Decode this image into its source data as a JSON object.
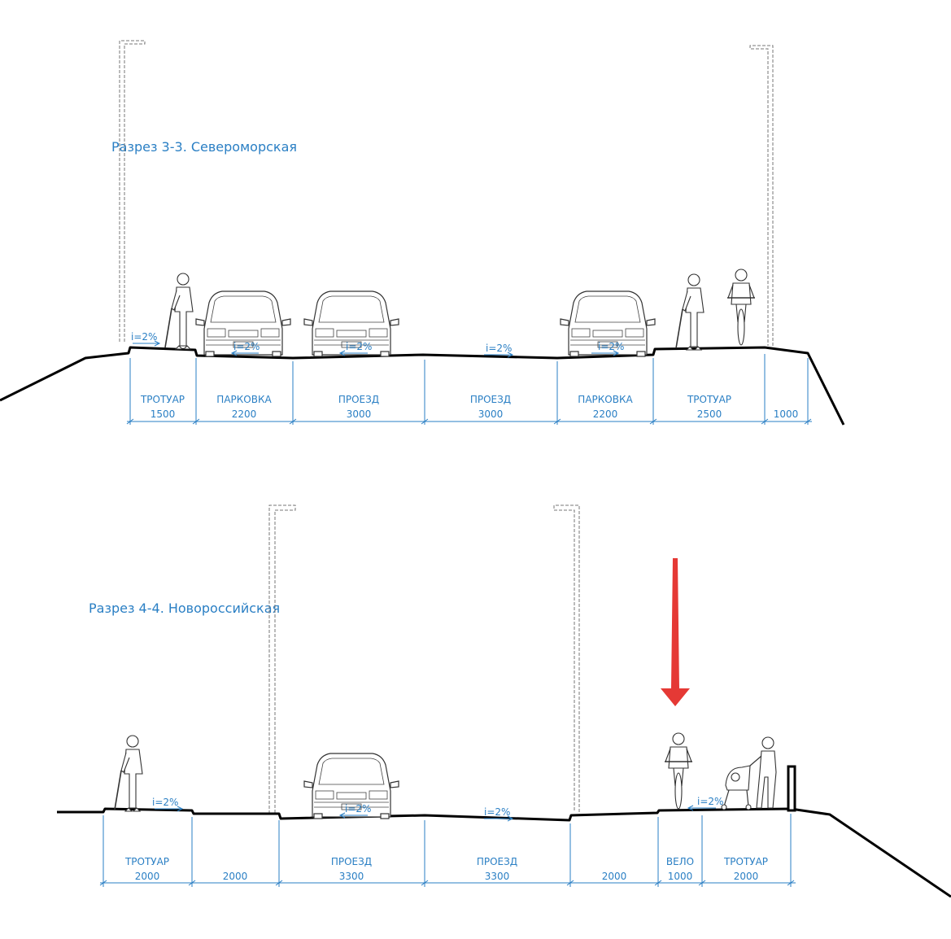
{
  "section1": {
    "caption": "Разрез 3-3. Североморская",
    "slopes": [
      "i=2%",
      "i=2%",
      "i=2%",
      "i=2%",
      "i=2%"
    ],
    "segments": [
      {
        "name": "ТРОТУАР",
        "value": "1500"
      },
      {
        "name": "ПАРКОВКА",
        "value": "2200"
      },
      {
        "name": "ПРОЕЗД",
        "value": "3000"
      },
      {
        "name": "ПРОЕЗД",
        "value": "3000"
      },
      {
        "name": "ПАРКОВКА",
        "value": "2200"
      },
      {
        "name": "ТРОТУАР",
        "value": "2500"
      },
      {
        "name": "",
        "value": "1000"
      }
    ]
  },
  "section2": {
    "caption": "Разрез 4-4. Новороссийская",
    "slopes": [
      "i=2%",
      "i=2%",
      "i=2%",
      "i=2%"
    ],
    "segments": [
      {
        "name": "ТРОТУАР",
        "value": "2000"
      },
      {
        "name": "",
        "value": "2000"
      },
      {
        "name": "ПРОЕЗД",
        "value": "3300"
      },
      {
        "name": "ПРОЕЗД",
        "value": "3300"
      },
      {
        "name": "",
        "value": "2000"
      },
      {
        "name": "ВЕЛО",
        "value": "1000"
      },
      {
        "name": "ТРОТУАР",
        "value": "2000"
      }
    ]
  },
  "colors": {
    "annotation": "#2a7fc4",
    "ground": "#000000",
    "marker_arrow": "#e53935"
  },
  "icons": [
    "street-lamp-icon",
    "pedestrian-with-cane-icon",
    "car-front-icon",
    "cyclist-icon",
    "person-with-stroller-icon",
    "red-arrow-marker-icon"
  ]
}
